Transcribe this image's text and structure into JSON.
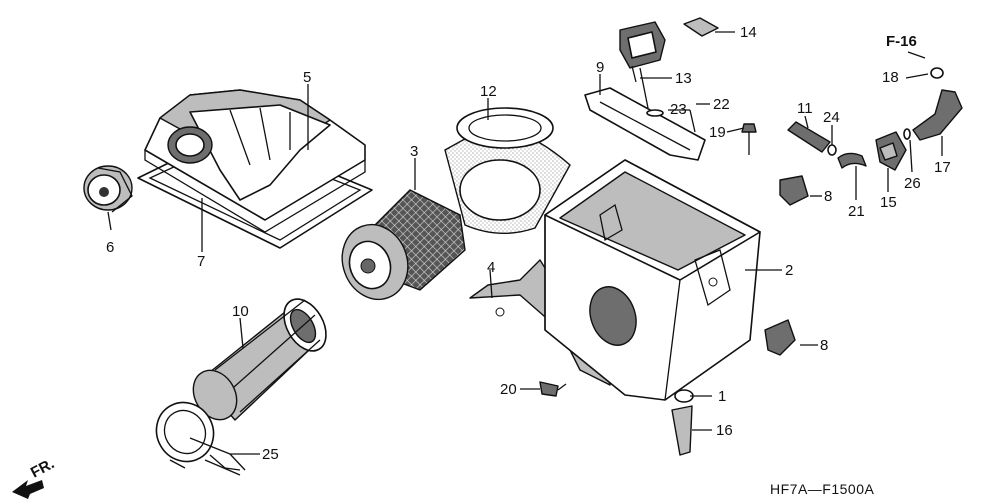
{
  "diagram": {
    "ref_label": "F-16",
    "code": "HF7A—F1500A",
    "front_label": "FR.",
    "callouts": {
      "c1": "1",
      "c2": "2",
      "c3": "3",
      "c4": "4",
      "c5": "5",
      "c6": "6",
      "c7": "7",
      "c8a": "8",
      "c8b": "8",
      "c9": "9",
      "c10": "10",
      "c11": "11",
      "c12": "12",
      "c13": "13",
      "c14": "14",
      "c15": "15",
      "c16": "16",
      "c17": "17",
      "c18": "18",
      "c19": "19",
      "c20": "20",
      "c21": "21",
      "c22": "22",
      "c23": "23",
      "c24": "24",
      "c25": "25",
      "c26": "26"
    }
  }
}
